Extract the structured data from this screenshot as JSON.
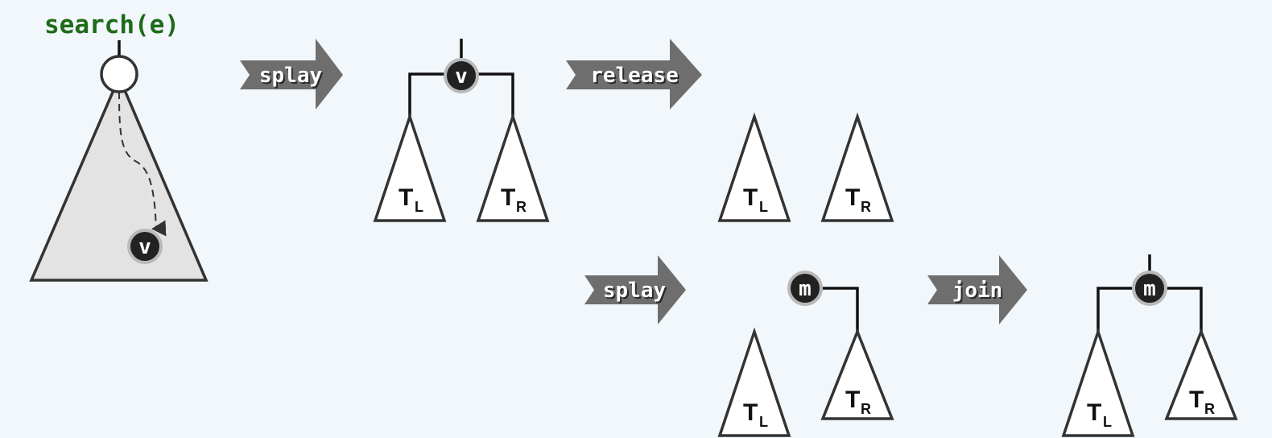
{
  "title": "search(e)",
  "steps": {
    "splay_1": "splay",
    "release": "release",
    "splay_2": "splay",
    "join": "join"
  },
  "nodes": {
    "v_target": "v",
    "v_root": "v",
    "m_left": "m",
    "m_final": "m"
  },
  "subtrees": {
    "left": {
      "main": "T",
      "sub": "L"
    },
    "right": {
      "main": "T",
      "sub": "R"
    }
  },
  "colors": {
    "background": "#f2f7fb",
    "title": "#1e6b1a",
    "arrow": "#6e6e6e",
    "node_fill": "#222222",
    "node_ring": "#b9b9b9",
    "big_tree_fill": "#e3e3e3"
  }
}
